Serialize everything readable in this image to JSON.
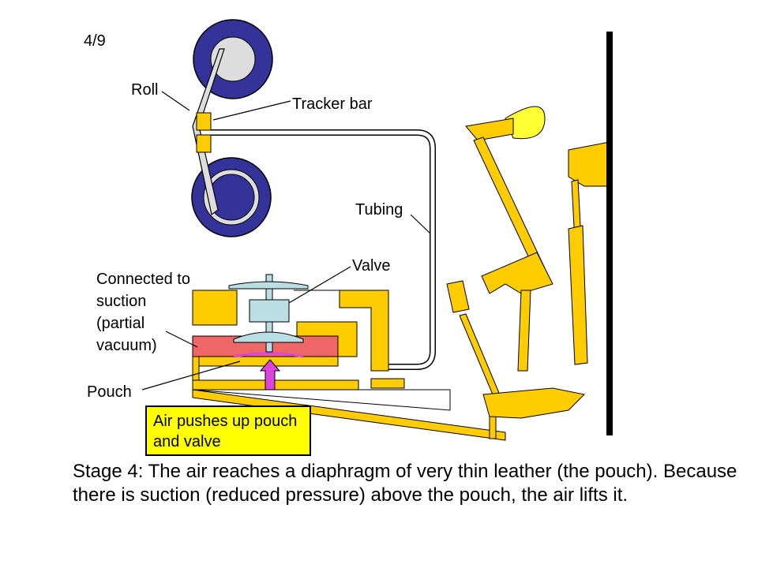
{
  "slide": {
    "number": "4/9"
  },
  "labels": {
    "roll": "Roll",
    "tracker_bar": "Tracker bar",
    "tubing": "Tubing",
    "valve": "Valve",
    "suction": "Connected to suction (partial vacuum)",
    "pouch": "Pouch"
  },
  "callout": {
    "text": "Air pushes up pouch and valve"
  },
  "caption": {
    "text": "Stage 4: The air reaches a diaphragm of very thin leather (the pouch). Because there is suction (reduced pressure) above the pouch, the air lifts it."
  },
  "colors": {
    "roll_blue": "#333399",
    "roll_core": "#dddddd",
    "wood": "#ffcc00",
    "suction_chamber": "#ee6666",
    "valve_body": "#bbdde4",
    "air_arrow": "#dd44dd",
    "callout_bg": "#ffff00",
    "hammer_felt": "#ffff33"
  }
}
